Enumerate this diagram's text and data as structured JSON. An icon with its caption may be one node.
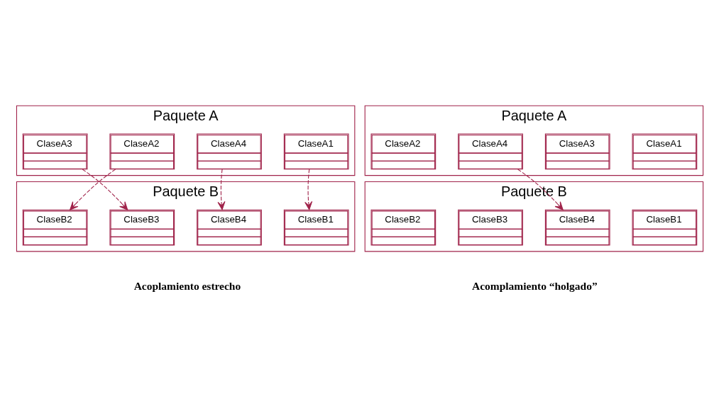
{
  "diagram": {
    "nodes": [
      {
        "text": [
          "Paquete A"
        ]
      },
      {
        "text": [
          "ClaseA1"
        ],
        "in": 0
      },
      {
        "text": [
          "ClaseA4"
        ],
        "in": 0
      },
      {
        "text": [
          "ClaseA2"
        ],
        "in": 0
      },
      {
        "text": [
          "ClaseA3"
        ],
        "in": 0
      },
      {
        "text": [
          "Paquete B"
        ]
      },
      {
        "text": [
          "ClaseB1"
        ],
        "in": 5
      },
      {
        "text": [
          "ClaseB4"
        ],
        "in": 5
      },
      {
        "text": [
          "ClaseB3"
        ],
        "in": 5
      },
      {
        "text": [
          "ClaseB2"
        ],
        "in": 5
      },
      {
        "text": [
          "Paquete A"
        ]
      },
      {
        "text": [
          "ClaseA1"
        ],
        "in": 10
      },
      {
        "text": [
          "ClaseA3"
        ],
        "in": 10
      },
      {
        "text": [
          "ClaseA2"
        ],
        "in": 10
      },
      {
        "text": [
          "ClaseA4"
        ],
        "in": 10
      },
      {
        "text": [
          "Paquete B"
        ]
      },
      {
        "text": [
          "ClaseB1"
        ],
        "in": 15
      },
      {
        "text": [
          "ClaseB4"
        ],
        "in": 15
      },
      {
        "text": [
          "ClaseB2"
        ],
        "in": 15
      },
      {
        "text": [
          "ClaseB3"
        ],
        "in": 15
      }
    ],
    "edges": [
      {
        "from": 1,
        "to": 6,
        "arrow": "to",
        "style": "dashed"
      },
      {
        "from": 3,
        "to": 9,
        "arrow": "to",
        "style": "dashed"
      },
      {
        "from": 2,
        "to": 7,
        "arrow": "to",
        "style": "dashed"
      },
      {
        "from": 4,
        "to": 8,
        "arrow": "to",
        "style": "dashed"
      },
      {
        "from": 14,
        "to": 17,
        "arrow": "to",
        "style": "dashed"
      }
    ],
    "labels": [
      "Acoplamiento estrecho",
      "Acomplamiento “holgado”"
    ]
  }
}
